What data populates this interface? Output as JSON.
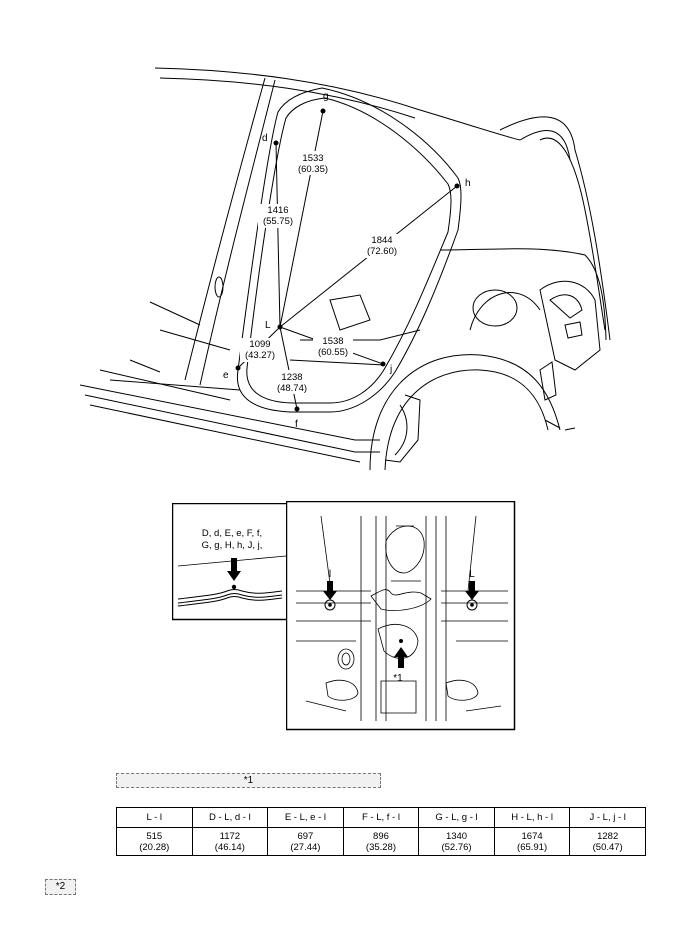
{
  "main_view": {
    "points": [
      "g",
      "d",
      "h",
      "L",
      "e",
      "j",
      "f"
    ],
    "dimensions": [
      {
        "value": "1533",
        "inch": "(60.35)"
      },
      {
        "value": "1416",
        "inch": "(55.75)"
      },
      {
        "value": "1844",
        "inch": "(72.60)"
      },
      {
        "value": "1099",
        "inch": "(43.27)"
      },
      {
        "value": "1538",
        "inch": "(60.55)"
      },
      {
        "value": "1238",
        "inch": "(48.74)"
      }
    ]
  },
  "detail_left": {
    "label_line1": "D, d, E, e, F, f,",
    "label_line2": "G, g, H, h, J, j,"
  },
  "detail_right": {
    "marker_left": "l",
    "marker_right": "L",
    "marker_center": "*1"
  },
  "callouts": {
    "c1": "*1",
    "c2": "*2"
  },
  "table": {
    "headers": [
      "L - l",
      "D - L, d - l",
      "E - L, e - l",
      "F - L, f - l",
      "G - L, g - l",
      "H - L, h - l",
      "J - L, j - l"
    ],
    "mm": [
      "515",
      "1172",
      "697",
      "896",
      "1340",
      "1674",
      "1282"
    ],
    "inch": [
      "(20.28)",
      "(46.14)",
      "(27.44)",
      "(35.28)",
      "(52.76)",
      "(65.91)",
      "(50.47)"
    ]
  }
}
